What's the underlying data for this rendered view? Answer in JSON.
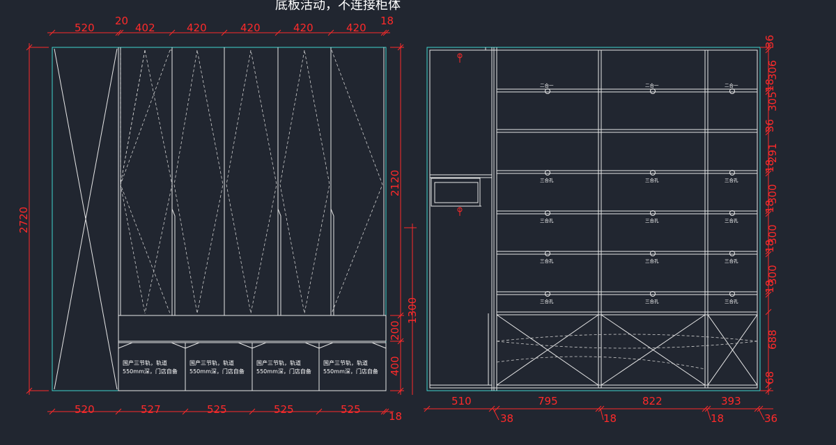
{
  "title": "底板活动，不连接柜体",
  "left_elevation": {
    "top_dims": [
      "520",
      "20",
      "402",
      "420",
      "420",
      "420",
      "420",
      "18"
    ],
    "bottom_dims": [
      "520",
      "527",
      "525",
      "525",
      "525",
      "18"
    ],
    "left_dim": "2720",
    "right_dims": [
      "2120",
      "1300",
      "200",
      "400"
    ],
    "drawer_note_line1": "国产三节轨，轨道",
    "drawer_note_line2": "550mm深，门店自备"
  },
  "right_elevation": {
    "bottom_dims": [
      "510",
      "795",
      "822",
      "393"
    ],
    "bottom_sub_dims": [
      "38",
      "18",
      "18",
      "36"
    ],
    "right_dims": [
      "36",
      "306",
      "18",
      "305",
      "36",
      "291",
      "18",
      "300",
      "18",
      "300",
      "18",
      "300",
      "18",
      "688",
      "68"
    ],
    "divider_label": "二合一",
    "hole_label": "三合孔"
  }
}
